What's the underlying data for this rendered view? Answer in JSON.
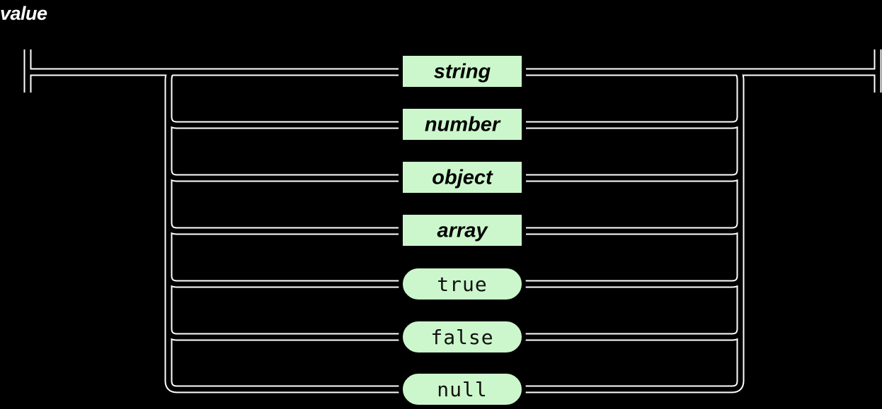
{
  "diagram": {
    "title": "value",
    "type": "railroad-syntax-diagram",
    "colors": {
      "background": "#000000",
      "rail": "#ffffff",
      "box_fill": "#ccf7cc",
      "box_border": "#000000",
      "label_text": "#000000",
      "title_text": "#ffffff"
    },
    "alternatives": [
      {
        "label": "string",
        "kind": "nonterminal",
        "row": 1
      },
      {
        "label": "number",
        "kind": "nonterminal",
        "row": 2
      },
      {
        "label": "object",
        "kind": "nonterminal",
        "row": 3
      },
      {
        "label": "array",
        "kind": "nonterminal",
        "row": 4
      },
      {
        "label": "true",
        "kind": "terminal",
        "row": 5
      },
      {
        "label": "false",
        "kind": "terminal",
        "row": 6
      },
      {
        "label": "null",
        "kind": "terminal",
        "row": 7
      }
    ],
    "endpoints": {
      "start": "entry-bar",
      "end": "exit-bar"
    }
  }
}
